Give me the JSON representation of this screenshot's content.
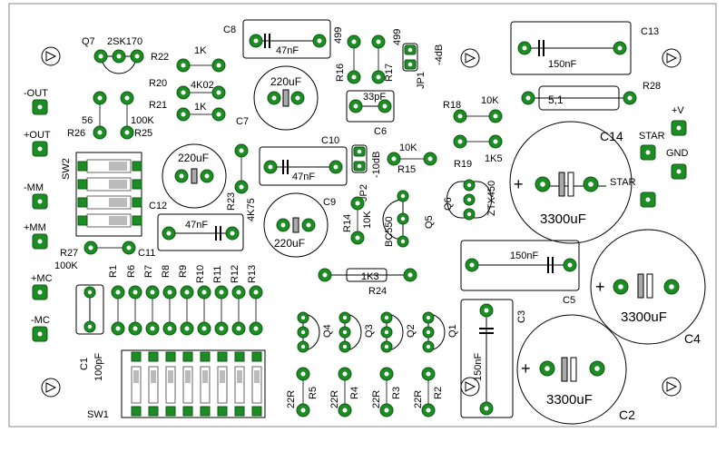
{
  "colors": {
    "pad": "#1e8c24",
    "silk": "#000000",
    "board": "#ffffff",
    "lead": "#9a9a9a"
  },
  "labels": {
    "q7": "Q7",
    "q7_part": "2SK170",
    "r22": "R22",
    "r22_val": "1K",
    "r20": "R20",
    "r20_val": "4K02",
    "r21": "R21",
    "r21_val": "1K",
    "c8": "C8",
    "c8_val": "47nF",
    "r16": "R16",
    "r16_val": "499",
    "r17": "R17",
    "r17_val": "499",
    "jp1": "JP1",
    "jp1_val": "-4dB",
    "c13": "C13",
    "c13_val": "150nF",
    "r28": "R28",
    "r28_val": "5,1",
    "c7": "C7",
    "c7_val": "220uF",
    "r18": "R18",
    "r18_val": "10K",
    "c6": "C6",
    "c6_val": "33pF",
    "r19": "R19",
    "r19_val": "1K5",
    "c14": "C14",
    "c14_val": "3300uF",
    "star1": "STAR",
    "gnd": "GND",
    "plus_v": "+V",
    "star2": "STAR",
    "out_neg": "-OUT",
    "out_pos": "+OUT",
    "r26": "R26",
    "r26_val": "56",
    "r25": "R25",
    "r25_val": "100K",
    "sw2": "SW2",
    "c12": "C12",
    "c12_val": "220uF",
    "r23": "R23",
    "r23_val": "4K75",
    "c10": "C10",
    "c10_val": "47nF",
    "jp2": "JP2",
    "jp2_val": "-10dB",
    "r15": "R15",
    "r15_val": "10K",
    "q6": "Q6",
    "q6_part": "ZTX450",
    "mm_neg": "-MM",
    "mm_pos": "+MM",
    "c11_val": "47nF",
    "c9": "C9",
    "c9_val": "220uF",
    "r14": "R14",
    "r14_val": "10K",
    "q5": "Q5",
    "q5_part": "BC550",
    "r27": "R27",
    "c11": "C11",
    "r27_val": "100K",
    "c5": "C5",
    "c5_val": "150nF",
    "c4": "C4",
    "c4_val": "3300uF",
    "r24": "R24",
    "r24_val": "1K3",
    "mc_pos": "+MC",
    "mc_neg": "-MC",
    "c1": "C1",
    "c1_val": "100pF",
    "r1": "R1",
    "r6": "R6",
    "r7": "R7",
    "r8": "R8",
    "r9": "R9",
    "r10": "R10",
    "r11": "R11",
    "r12": "R12",
    "r13": "R13",
    "q4": "Q4",
    "q3": "Q3",
    "q2": "Q2",
    "q1": "Q1",
    "c3": "C3",
    "c3_val": "150nF",
    "r5": "R5",
    "r4": "R4",
    "r3": "R3",
    "r2": "R2",
    "r22r": "22R",
    "c2": "C2",
    "c2_val": "3300uF",
    "sw1": "SW1"
  }
}
